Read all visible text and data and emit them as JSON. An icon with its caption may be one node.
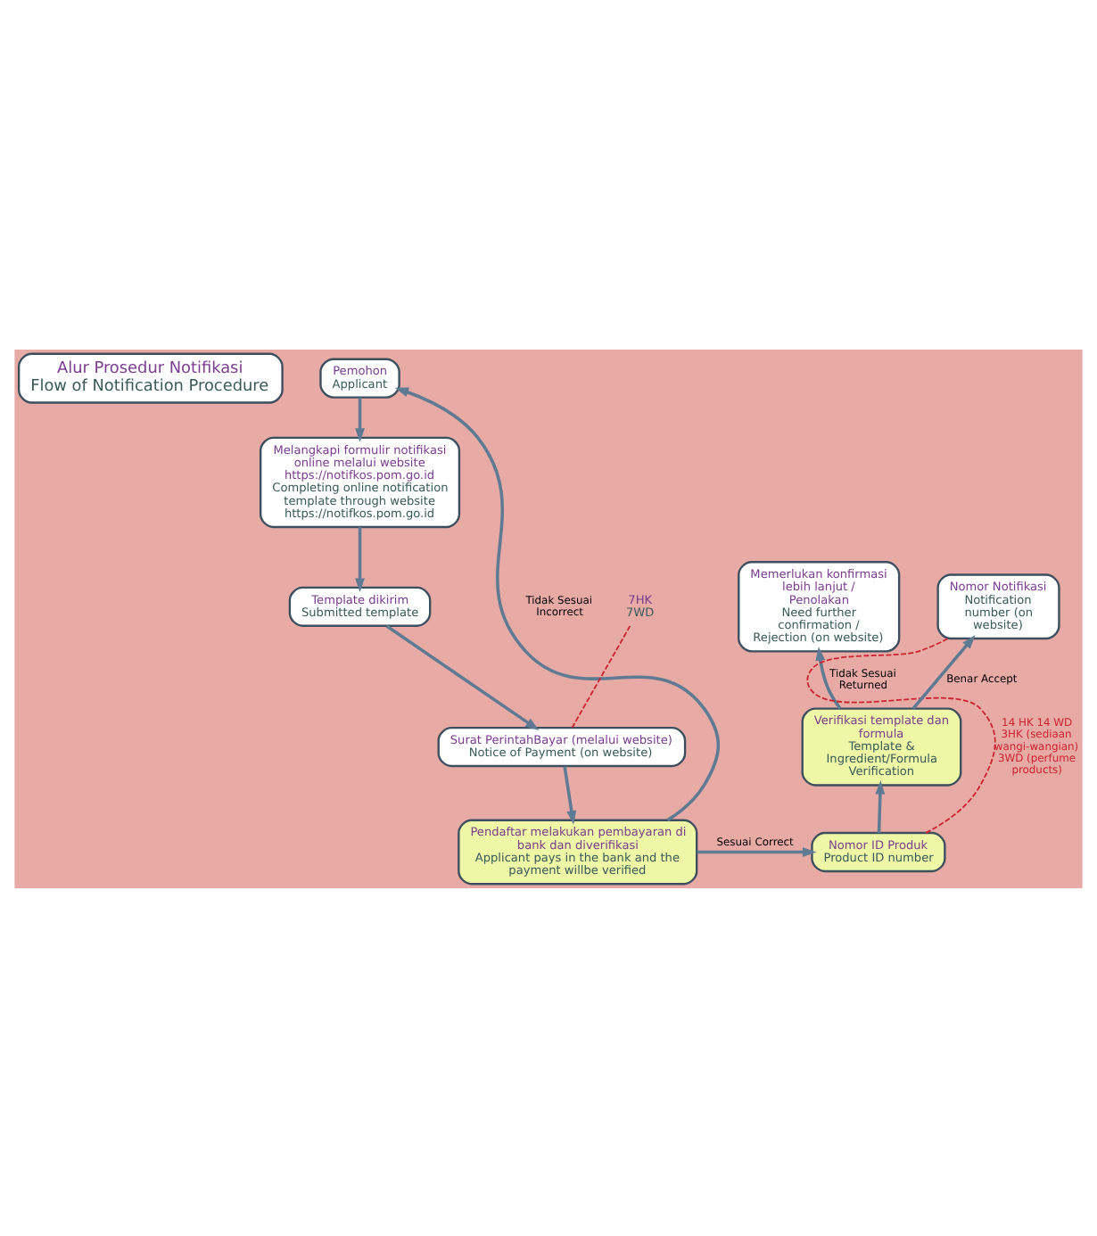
{
  "diagram": {
    "nodes": [
      {
        "text": [
          "Alur Prosedur Notifikasi",
          "Flow of Notification Procedure"
        ]
      },
      {
        "text": [
          "Pemohon",
          "Applicant"
        ]
      },
      {
        "text": [
          "Melangkapi formulir notifikasi online melalui website https://notifkos.pom.go.id",
          "Completing online notification template through website https://notifkos.pom.go.id"
        ]
      },
      {
        "text": [
          "Template dikirim",
          "Submitted template"
        ]
      },
      {
        "text": [
          "Surat PerintahBayar (melalui website)",
          "Notice of Payment (on website)"
        ]
      },
      {
        "text": [
          "Pendaftar melakukan pembayaran di bank dan diverifikasi",
          "Applicant pays in the bank and the payment willbe verified"
        ]
      },
      {
        "text": [
          "Nomor ID Produk",
          "Product ID number"
        ]
      },
      {
        "text": [
          "Verifikasi template dan formula",
          "Template & Ingredient/Formula Verification"
        ]
      },
      {
        "text": [
          "Memerlukan konfirmasi lebih lanjut / Penolakan",
          "Need further confirmation / Rejection (on website)"
        ]
      },
      {
        "text": [
          "Nomor Notifikasi",
          "Notification number (on website)"
        ]
      },
      {
        "text": [
          "7HK",
          "7WD"
        ]
      }
    ],
    "edges": [
      {
        "from": 1,
        "to": 2,
        "arrow": "to"
      },
      {
        "from": 2,
        "to": 3,
        "arrow": "to"
      },
      {
        "from": 3,
        "to": 4,
        "arrow": "to"
      },
      {
        "from": 4,
        "to": 5,
        "arrow": "to"
      },
      {
        "from": 5,
        "to": 1,
        "arrow": "to",
        "label": "Tidak Sesuai Incorrect"
      },
      {
        "from": 5,
        "to": 6,
        "arrow": "to",
        "label": "Sesuai Correct"
      },
      {
        "from": 6,
        "to": 7,
        "arrow": "to"
      },
      {
        "from": 7,
        "to": 8,
        "arrow": "to",
        "label": "Tidak Sesuai Returned"
      },
      {
        "from": 7,
        "to": 9,
        "arrow": "to",
        "label": "Benar Accept"
      },
      {
        "from": 10,
        "to": 4,
        "arrow": "none",
        "style": "dashed",
        "color": "#cc2233"
      },
      {
        "from": 9,
        "to": 6,
        "arrow": "none",
        "style": "dashed",
        "color": "#cc2233",
        "label": "14 HK 14 WD 3HK (sediaan wangi-wangian) 3WD (perfume products)"
      }
    ]
  }
}
